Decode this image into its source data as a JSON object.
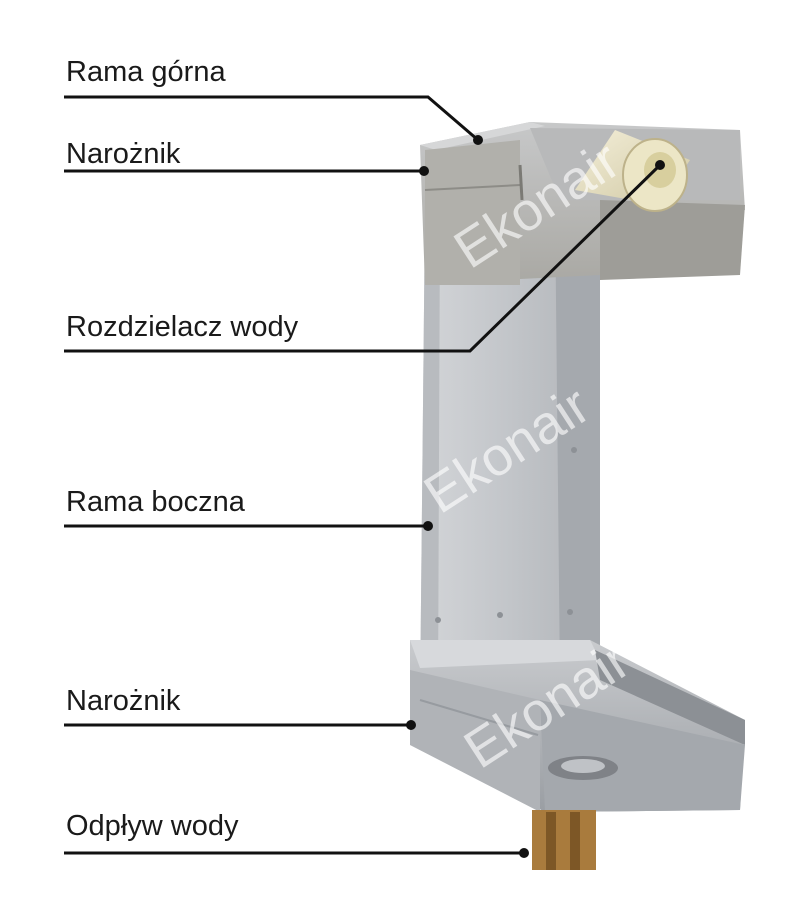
{
  "labels": [
    {
      "text": "Rama górna"
    },
    {
      "text": "Narożnik"
    },
    {
      "text": "Rozdzielacz wody"
    },
    {
      "text": "Rama boczna"
    },
    {
      "text": "Narożnik"
    },
    {
      "text": "Odpływ wody"
    }
  ],
  "watermark": "Ekonair",
  "colors": {
    "line": "#111111",
    "text": "#1a1a1a",
    "frame_light": "#c9cbce",
    "frame_mid": "#a9acb0",
    "frame_dark": "#7f8388",
    "pipe": "#e8e3c8",
    "drain": "#a87a3c"
  }
}
